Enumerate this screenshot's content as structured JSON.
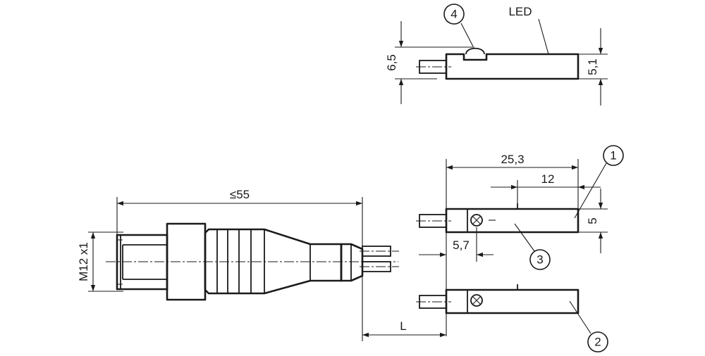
{
  "dimensions": {
    "height_overall": "6,5",
    "height_body": "5,1",
    "length_total": "25,3",
    "length_led": "12",
    "width": "5",
    "screw_offset": "5,7",
    "connector_length": "≤55",
    "thread": "M12 x1",
    "cable_length": "L"
  },
  "labels": {
    "led": "LED"
  },
  "callouts": [
    "1",
    "2",
    "3",
    "4"
  ]
}
